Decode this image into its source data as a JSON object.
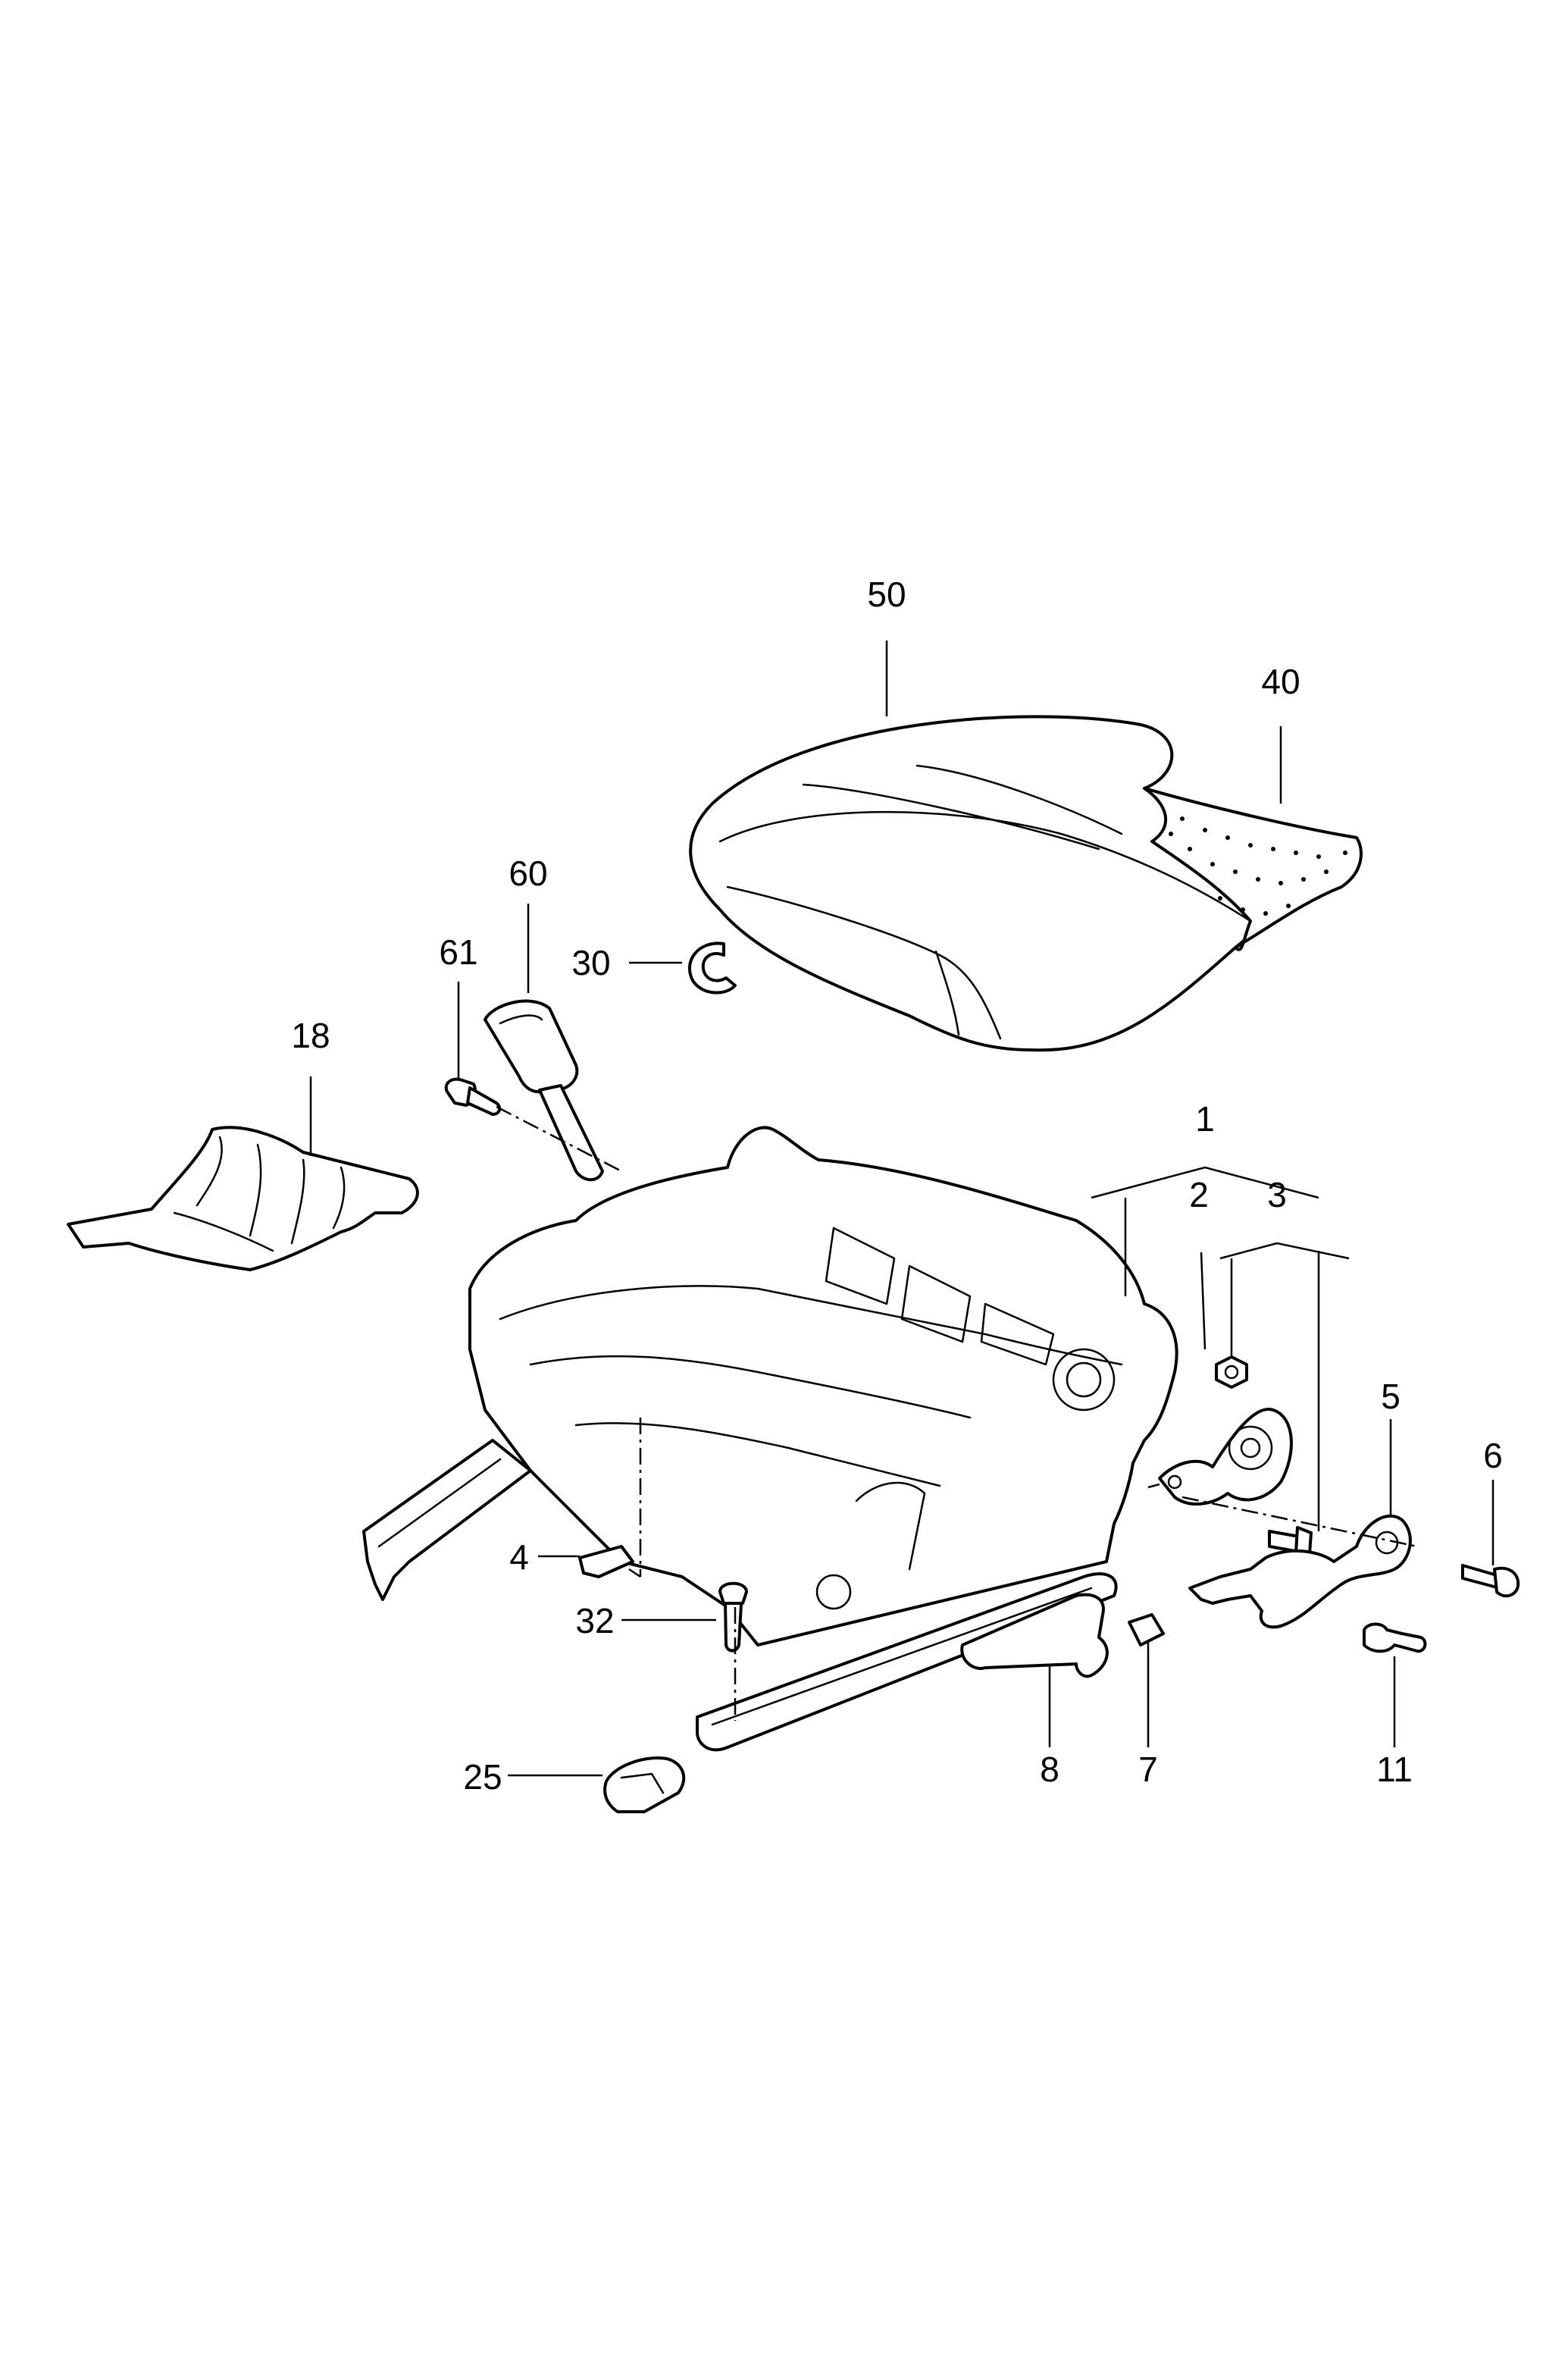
{
  "colors": {
    "line": "#000000",
    "background": "#ffffff"
  },
  "callouts": {
    "c1": "1",
    "c2": "2",
    "c3": "3",
    "c4": "4",
    "c5": "5",
    "c6": "6",
    "c7": "7",
    "c8": "8",
    "c11": "11",
    "c18": "18",
    "c25": "25",
    "c30": "30",
    "c32": "32",
    "c40": "40",
    "c50": "50",
    "c60": "60",
    "c61": "61"
  }
}
